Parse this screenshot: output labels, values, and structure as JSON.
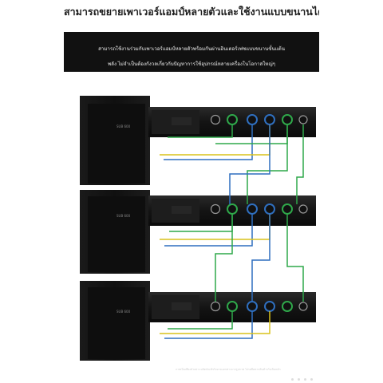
{
  "page": {
    "title": "สามารถขยายเพาเวอร์แอมป์หลายตัวและใช้งานแบบขนานได้",
    "subtitle_line1": "สามารถใช้งานร่วมกับเพาเวอร์แอมป์หลายตัวพร้อมกันผ่านอินเตอร์เฟซแบบขนานขั้นแต้น",
    "subtitle_line2": "พลัง ไม่จำเป็นต้องกังวลเกี่ยวกับปัญหาการใช้อุปกรณ์หลายเครื่องในโอกาสใหญ่ๆ",
    "footnote": "ภาพเป็นเพียงตัวอย่าง ผลิตภัณฑ์จริงอาจแตกต่างจากรูปภาพ โปรดยึดตามสินค้าจริงเป็นหลัก",
    "pager_dots": 6
  },
  "colors": {
    "panel_bg": "#0d0d0d",
    "amp_face": "#161616",
    "cable_green": "#2fa84a",
    "cable_yellow": "#d9c21a",
    "cable_blue": "#2f6fbf"
  },
  "groups": [
    {
      "rack_label": "SUB 600"
    },
    {
      "rack_label": "SUB 600"
    },
    {
      "rack_label": "SUB 600"
    }
  ]
}
